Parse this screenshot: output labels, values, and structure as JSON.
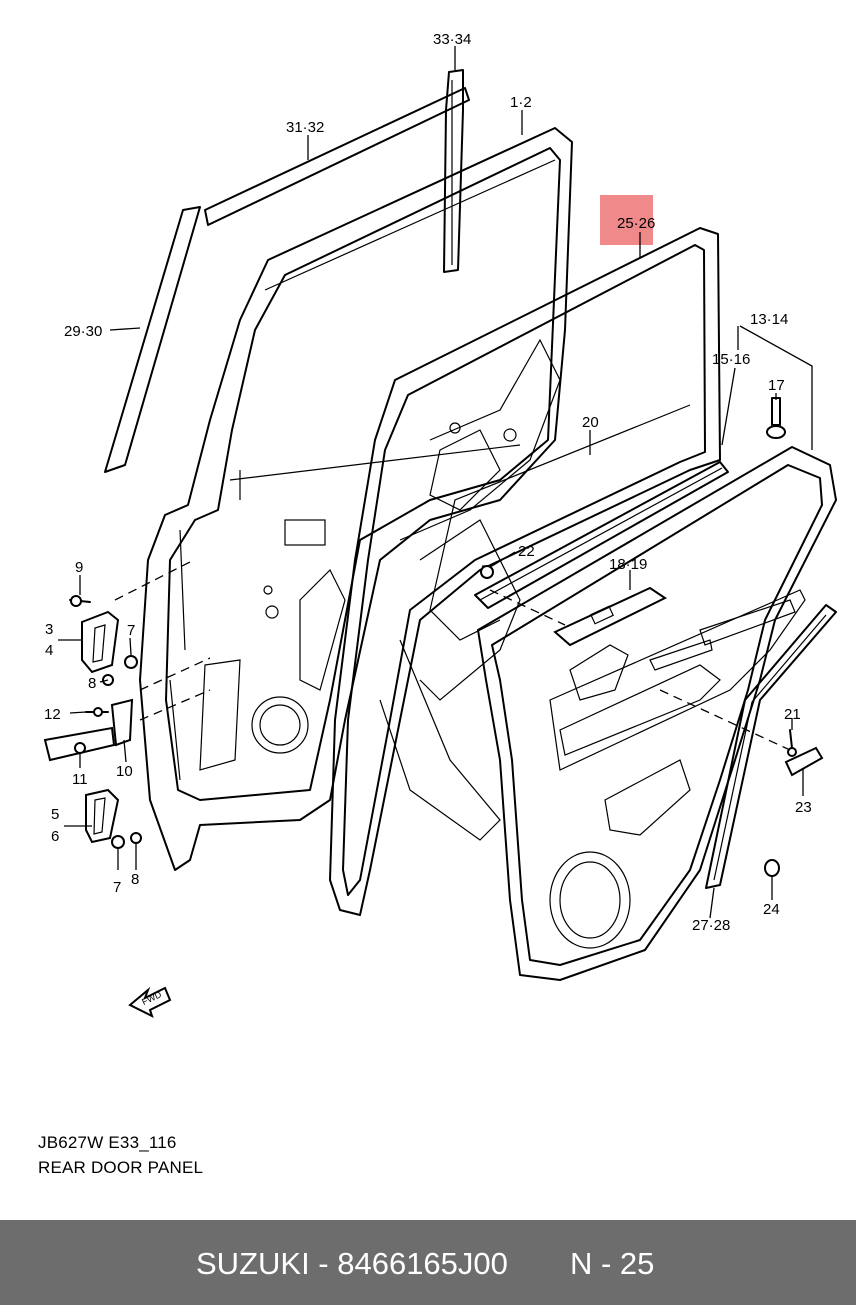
{
  "diagram": {
    "part_labels": [
      "33·34",
      "1·2",
      "31·32",
      "25·26",
      "29·30",
      "13·14",
      "15·16",
      "17",
      "20",
      "22",
      "18·19",
      "9",
      "7",
      "3",
      "4",
      "8",
      "12",
      "11",
      "10",
      "5",
      "6",
      "7",
      "8",
      "21",
      "23",
      "24",
      "27·28"
    ],
    "highlight_color": "#f08a8a",
    "front_arrow_text": "FWD"
  },
  "caption": {
    "code": "JB627W E33_116",
    "title": "REAR DOOR PANEL"
  },
  "footer": {
    "brand_part": "SUZUKI - 8466165J00",
    "page": "N - 25",
    "background": "#6d6d6d"
  }
}
